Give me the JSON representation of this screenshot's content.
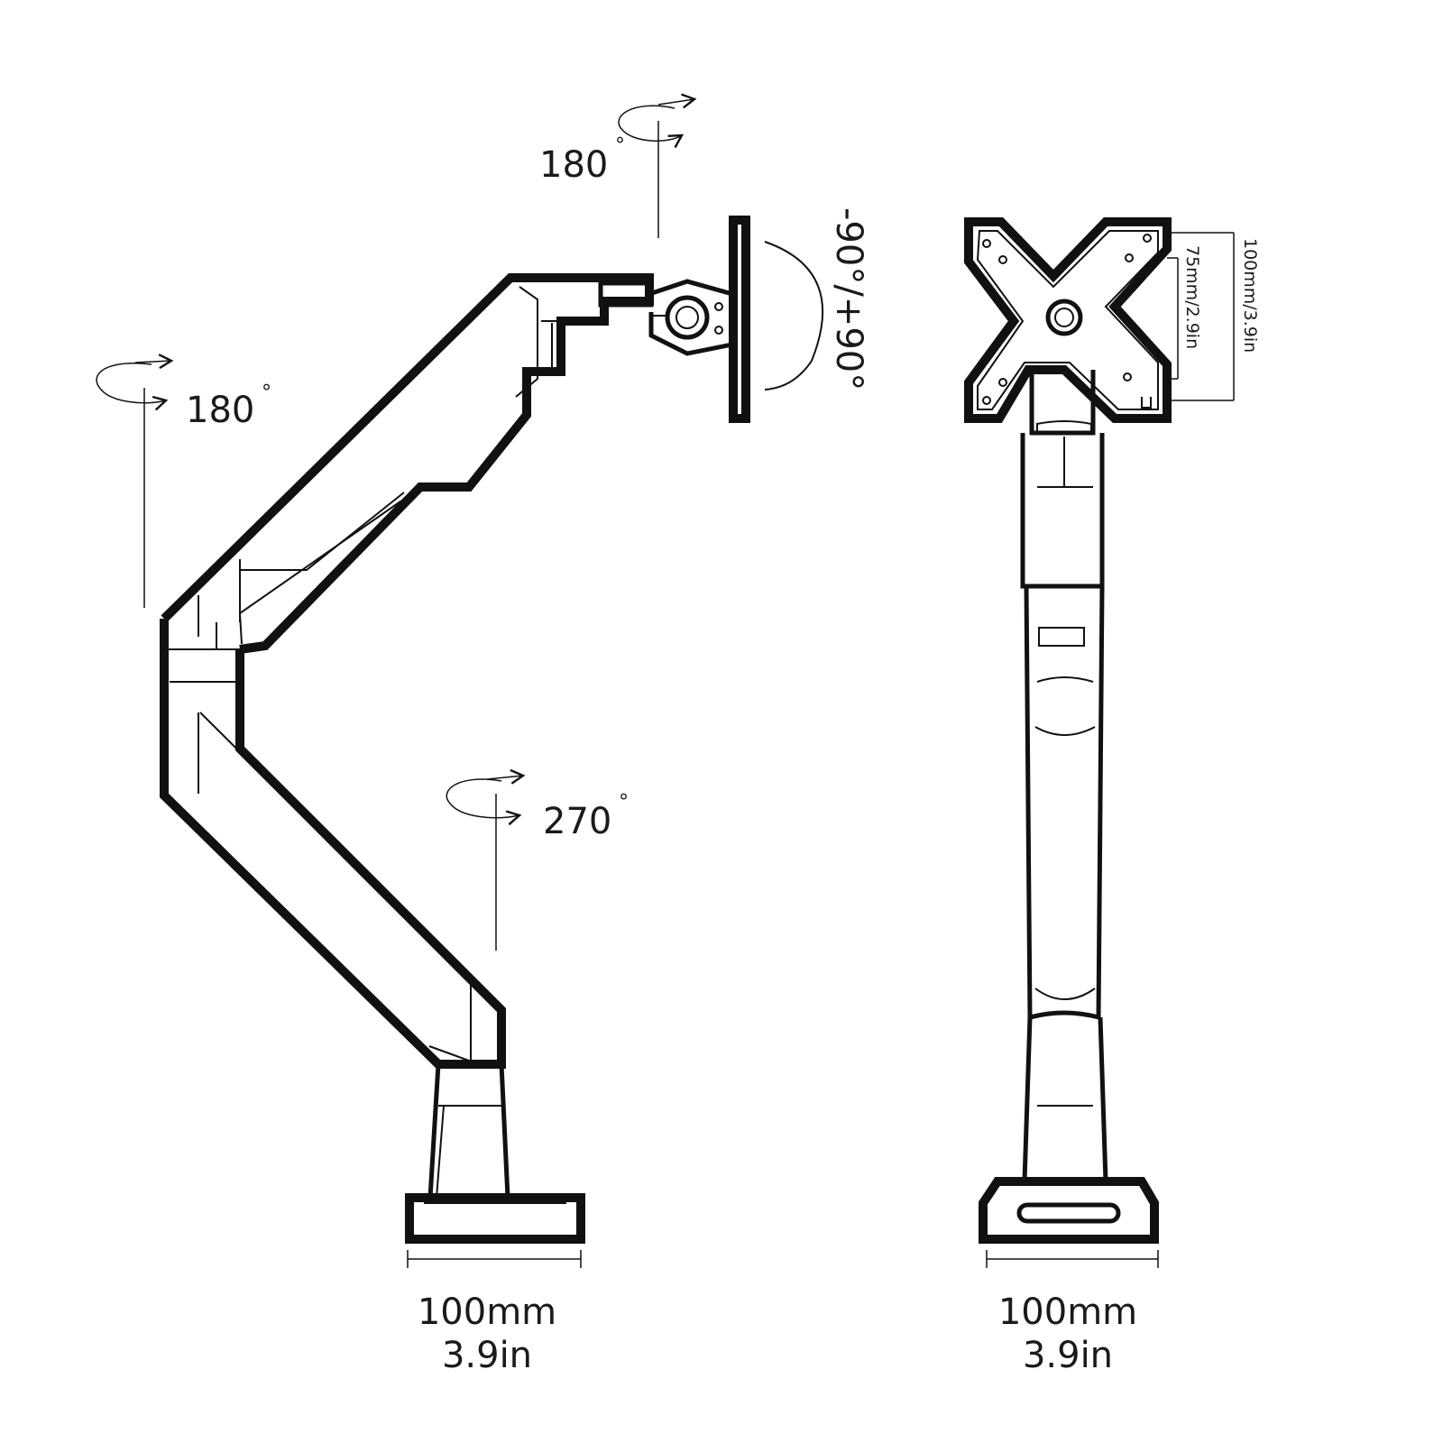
{
  "side_view": {
    "rotation_top": {
      "value": "180",
      "unit": "°"
    },
    "rotation_left": {
      "value": "180",
      "unit": "°"
    },
    "rotation_base": {
      "value": "270",
      "unit": "°"
    },
    "tilt": {
      "text": "-90°/+90°"
    },
    "base_width": {
      "mm": "100mm",
      "in": "3.9in"
    }
  },
  "front_view": {
    "vesa_outer": "100mm/3.9in",
    "vesa_inner": "75mm/2.9in",
    "base_width": {
      "mm": "100mm",
      "in": "3.9in"
    }
  },
  "colors": {
    "line": "#111111",
    "background": "#ffffff"
  }
}
